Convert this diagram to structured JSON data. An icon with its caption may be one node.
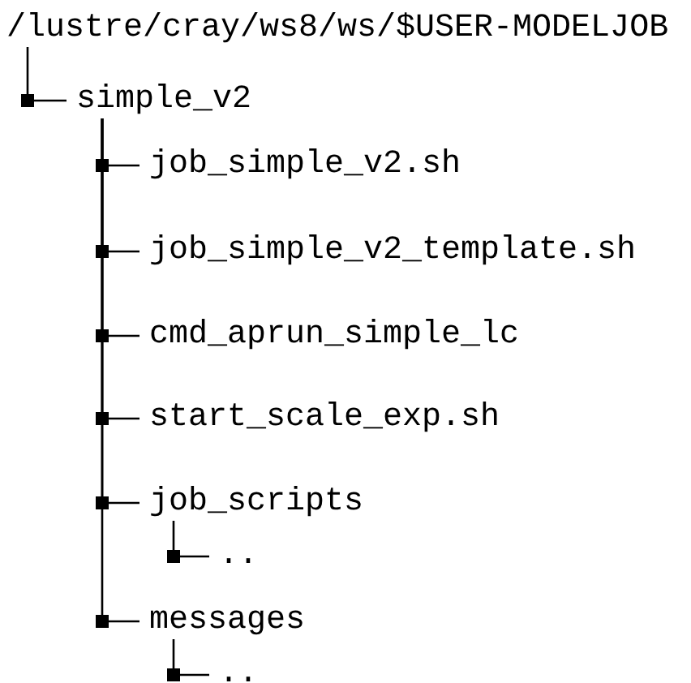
{
  "diagram": {
    "nodes": [
      {
        "text": [
          "/lustre/cray/ws8/ws/$USER-MODELJOB"
        ]
      },
      {
        "text": [
          "simple_v2"
        ]
      },
      {
        "text": [
          "job_simple_v2.sh"
        ]
      },
      {
        "text": [
          "job_simple_v2_template.sh"
        ]
      },
      {
        "text": [
          "cmd_aprun_simple_lc"
        ]
      },
      {
        "text": [
          "start_scale_exp.sh"
        ]
      },
      {
        "text": [
          "job_scripts"
        ]
      },
      {
        "text": [
          ".."
        ]
      },
      {
        "text": [
          "messages"
        ]
      },
      {
        "text": [
          ".."
        ]
      }
    ],
    "edges": [
      {
        "from": 0,
        "to": 1,
        "arrow": "none"
      },
      {
        "from": 1,
        "to": 2,
        "arrow": "none"
      },
      {
        "from": 1,
        "to": 3,
        "arrow": "none"
      },
      {
        "from": 1,
        "to": 4,
        "arrow": "none"
      },
      {
        "from": 1,
        "to": 5,
        "arrow": "none"
      },
      {
        "from": 1,
        "to": 6,
        "arrow": "none"
      },
      {
        "from": 6,
        "to": 7,
        "arrow": "none"
      },
      {
        "from": 1,
        "to": 8,
        "arrow": "none"
      },
      {
        "from": 8,
        "to": 9,
        "arrow": "none"
      }
    ]
  }
}
